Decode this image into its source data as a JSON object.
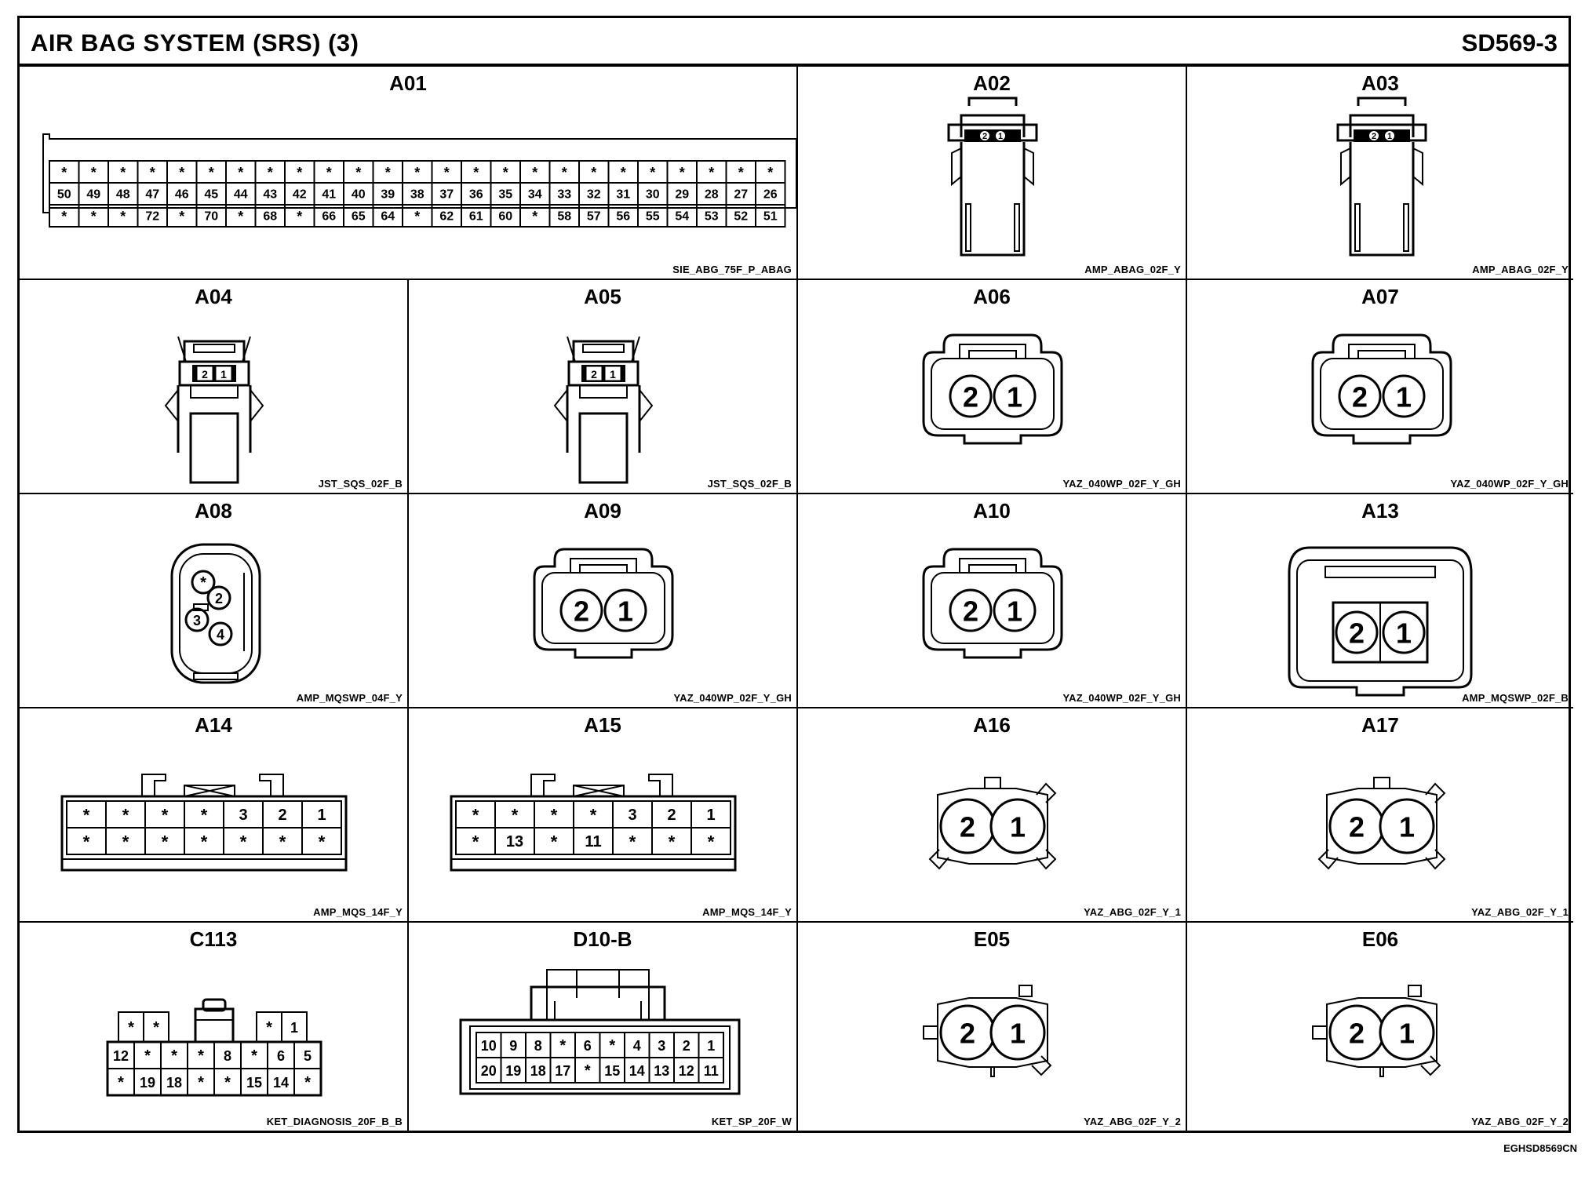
{
  "header": {
    "title": "AIR BAG SYSTEM (SRS) (3)",
    "code": "SD569-3"
  },
  "footer": {
    "figure_code": "EGHSD8569CN"
  },
  "connectors": [
    {
      "id": "A01",
      "part": "SIE_ABG_75F_P_ABAG",
      "rows": [
        [
          "*",
          "*",
          "*",
          "*",
          "*",
          "*",
          "*",
          "*",
          "*",
          "*",
          "*",
          "*",
          "*",
          "*",
          "*",
          "*",
          "*",
          "*",
          "*",
          "*",
          "*",
          "*",
          "*",
          "*",
          "*"
        ],
        [
          "50",
          "49",
          "48",
          "47",
          "46",
          "45",
          "44",
          "43",
          "42",
          "41",
          "40",
          "39",
          "38",
          "37",
          "36",
          "35",
          "34",
          "33",
          "32",
          "31",
          "30",
          "29",
          "28",
          "27",
          "26"
        ],
        [
          "*",
          "*",
          "*",
          "72",
          "*",
          "70",
          "*",
          "68",
          "*",
          "66",
          "65",
          "64",
          "*",
          "62",
          "61",
          "60",
          "*",
          "58",
          "57",
          "56",
          "55",
          "54",
          "53",
          "52",
          "51"
        ]
      ]
    },
    {
      "id": "A02",
      "part": "AMP_ABAG_02F_Y",
      "pins": [
        "2",
        "1"
      ]
    },
    {
      "id": "A03",
      "part": "AMP_ABAG_02F_Y",
      "pins": [
        "2",
        "1"
      ]
    },
    {
      "id": "A04",
      "part": "JST_SQS_02F_B",
      "pins": [
        "2",
        "1"
      ]
    },
    {
      "id": "A05",
      "part": "JST_SQS_02F_B",
      "pins": [
        "2",
        "1"
      ]
    },
    {
      "id": "A06",
      "part": "YAZ_040WP_02F_Y_GH",
      "pins": [
        "2",
        "1"
      ]
    },
    {
      "id": "A07",
      "part": "YAZ_040WP_02F_Y_GH",
      "pins": [
        "2",
        "1"
      ]
    },
    {
      "id": "A08",
      "part": "AMP_MQSWP_04F_Y",
      "pins": [
        "*",
        "2",
        "3",
        "4"
      ]
    },
    {
      "id": "A09",
      "part": "YAZ_040WP_02F_Y_GH",
      "pins": [
        "2",
        "1"
      ]
    },
    {
      "id": "A10",
      "part": "YAZ_040WP_02F_Y_GH",
      "pins": [
        "2",
        "1"
      ]
    },
    {
      "id": "A13",
      "part": "AMP_MQSWP_02F_B",
      "pins": [
        "2",
        "1"
      ]
    },
    {
      "id": "A14",
      "part": "AMP_MQS_14F_Y",
      "rows": [
        [
          "*",
          "*",
          "*",
          "*",
          "3",
          "2",
          "1"
        ],
        [
          "*",
          "*",
          "*",
          "*",
          "*",
          "*",
          "*"
        ]
      ]
    },
    {
      "id": "A15",
      "part": "AMP_MQS_14F_Y",
      "rows": [
        [
          "*",
          "*",
          "*",
          "*",
          "3",
          "2",
          "1"
        ],
        [
          "*",
          "13",
          "*",
          "11",
          "*",
          "*",
          "*"
        ]
      ]
    },
    {
      "id": "A16",
      "part": "YAZ_ABG_02F_Y_1",
      "pins": [
        "2",
        "1"
      ]
    },
    {
      "id": "A17",
      "part": "YAZ_ABG_02F_Y_1",
      "pins": [
        "2",
        "1"
      ]
    },
    {
      "id": "C113",
      "part": "KET_DIAGNOSIS_20F_B_B",
      "top": [
        "*",
        "*",
        "*",
        "1"
      ],
      "rows": [
        [
          "12",
          "*",
          "*",
          "*",
          "8",
          "*",
          "6",
          "5"
        ],
        [
          "*",
          "19",
          "18",
          "*",
          "*",
          "15",
          "14",
          "*"
        ]
      ]
    },
    {
      "id": "D10-B",
      "part": "KET_SP_20F_W",
      "rows": [
        [
          "10",
          "9",
          "8",
          "*",
          "6",
          "*",
          "4",
          "3",
          "2",
          "1"
        ],
        [
          "20",
          "19",
          "18",
          "17",
          "*",
          "15",
          "14",
          "13",
          "12",
          "11"
        ]
      ]
    },
    {
      "id": "E05",
      "part": "YAZ_ABG_02F_Y_2",
      "pins": [
        "2",
        "1"
      ]
    },
    {
      "id": "E06",
      "part": "YAZ_ABG_02F_Y_2",
      "pins": [
        "2",
        "1"
      ]
    }
  ]
}
